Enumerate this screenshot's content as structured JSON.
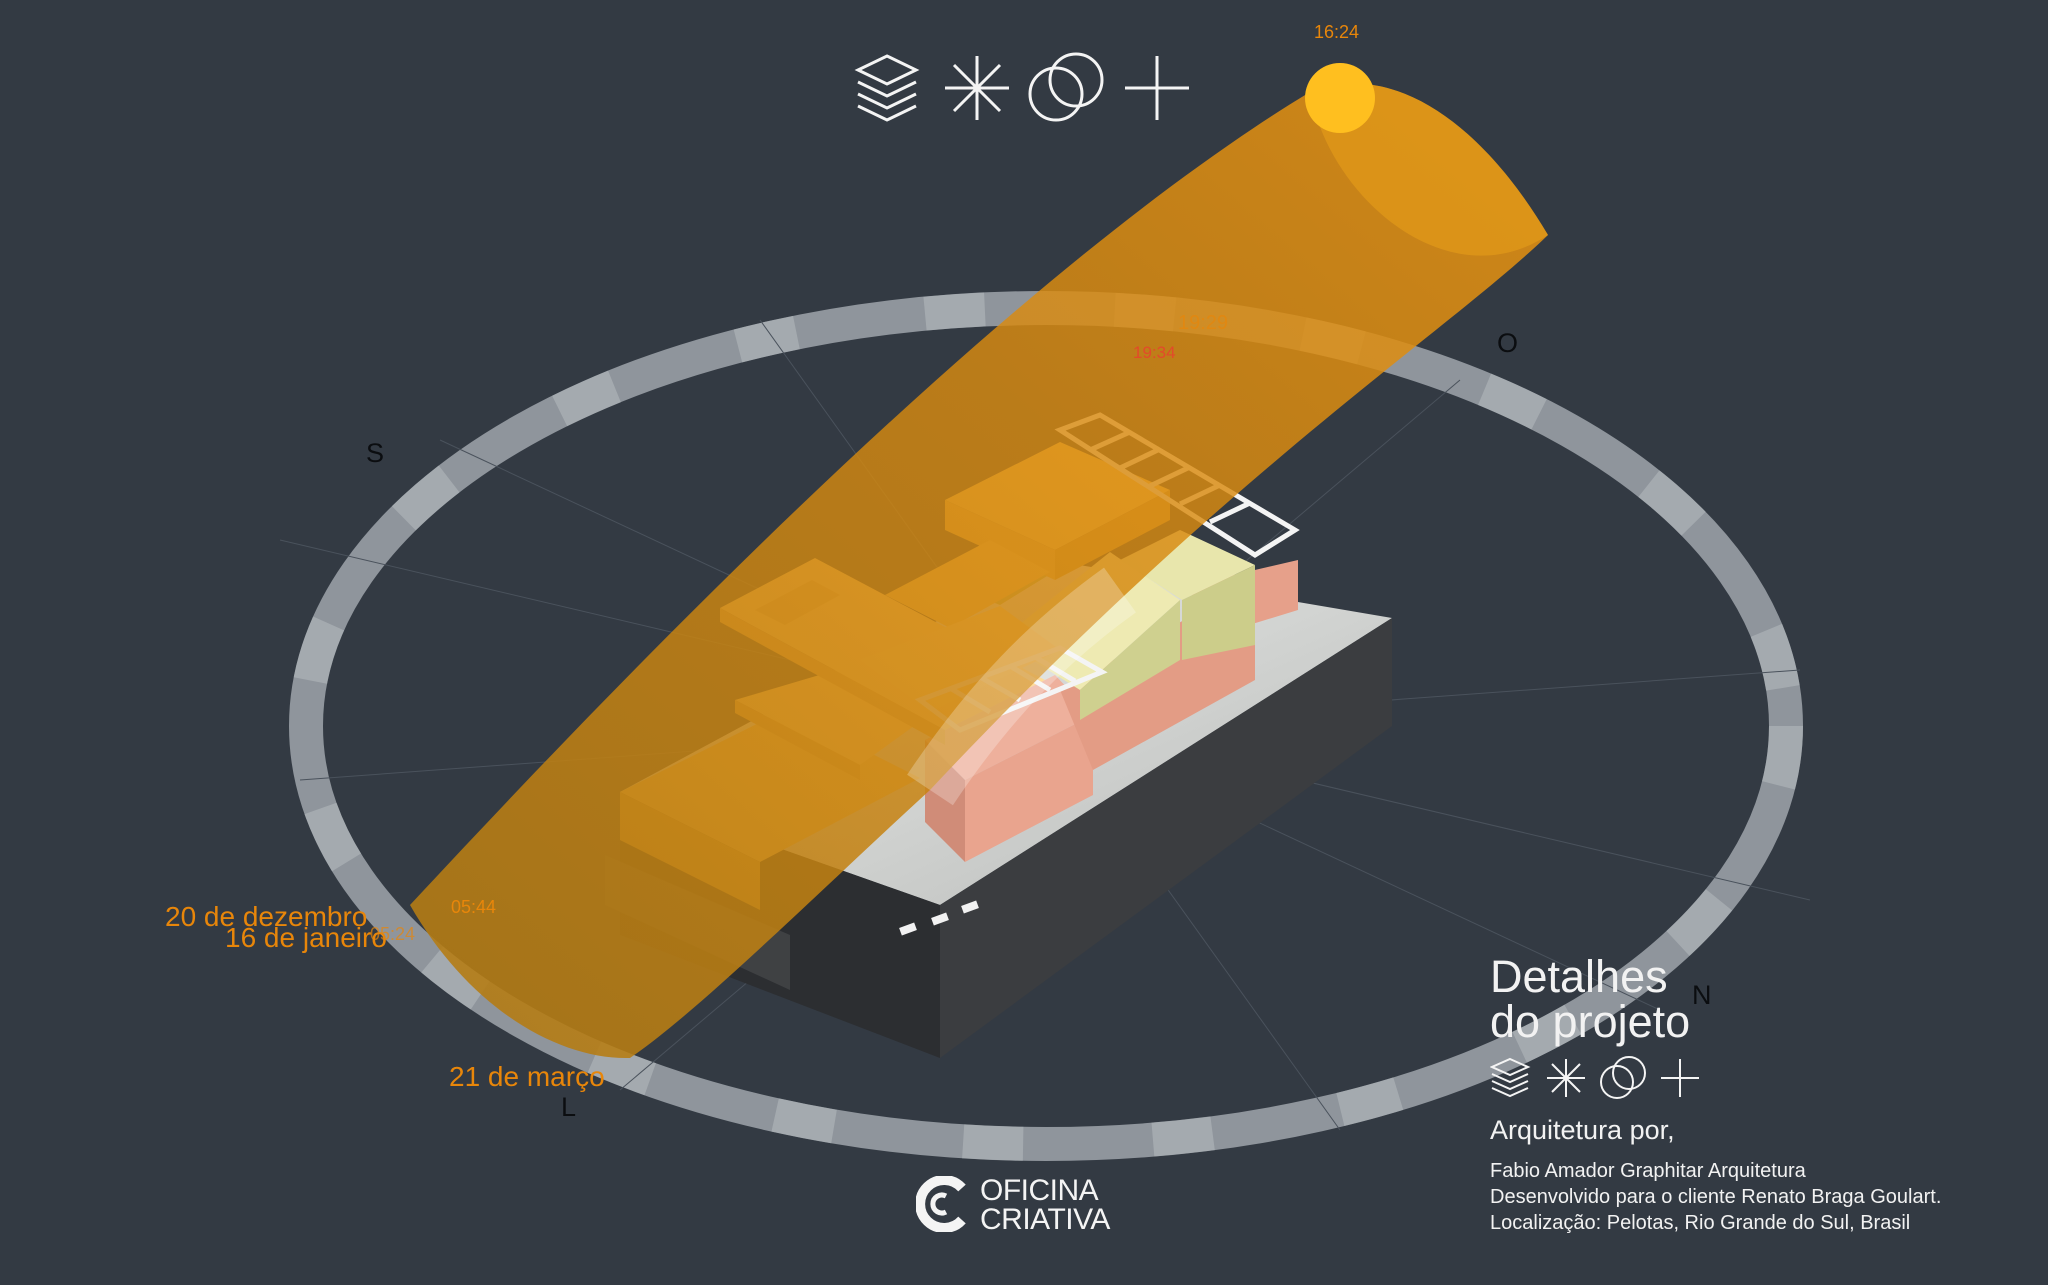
{
  "compass": {
    "south": "S",
    "west": "O",
    "east": "L",
    "north": "N"
  },
  "sun_path": {
    "dates": [
      "20 de dezembro",
      "16 de janeiro",
      "21 de março"
    ],
    "times": {
      "sun_position": "16:24",
      "sunset_main": "19:29",
      "sunset_alt": "19:34",
      "sunrise_main": "05:44",
      "sunrise_alt": "05:24"
    },
    "colors": {
      "band": "#f0a010",
      "sun": "#ffbf1f",
      "label": "#e8860a",
      "alt_label": "#e34a2a"
    }
  },
  "toolbar_icons": [
    "layers-icon",
    "asterisk-icon",
    "overlap-circles-icon",
    "plus-icon"
  ],
  "details": {
    "title": "Detalhes\ndo projeto",
    "icons": [
      "layers-icon",
      "asterisk-icon",
      "overlap-circles-icon",
      "plus-icon"
    ],
    "credits_heading": "Arquitetura por,",
    "credits": [
      "Fabio Amador Graphitar Arquitetura",
      "Desenvolvido para o cliente Renato Braga Goulart.",
      "Localização: Pelotas, Rio Grande do Sul, Brasil"
    ]
  },
  "brand": {
    "line1": "OFICINA",
    "line2": "CRIATIVA",
    "logo_icon": "oficina-c-logo-icon"
  },
  "palette": {
    "background": "#333a43",
    "ring": "#8f959c",
    "massing_yellow": "#ffcc70",
    "massing_green": "#dfdf9e",
    "massing_salmon": "#e9a48e",
    "base_dark": "#3b3d40"
  }
}
